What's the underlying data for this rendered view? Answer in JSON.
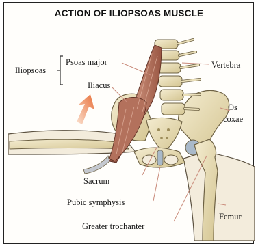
{
  "title": "ACTION OF ILIOPSOAS MUSCLE",
  "labels": {
    "iliopsoas": "Iliopsoas",
    "psoas_major": "Psoas major",
    "iliacus": "Iliacus",
    "vertebra": "Vertebra",
    "os_coxae_line1": "Os",
    "os_coxae_line2": "coxae",
    "sacrum": "Sacrum",
    "pubic_symphysis": "Pubic symphysis",
    "greater_trochanter": "Greater trochanter",
    "femur": "Femur"
  },
  "colors": {
    "bone": "#e9dfb8",
    "bone_shadow": "#b9ab7a",
    "muscle": "#a4634f",
    "muscle_light": "#c98d77",
    "cartilage": "#a9b9c9",
    "arrow": "#e8703a",
    "leader": "#c98a7a"
  }
}
